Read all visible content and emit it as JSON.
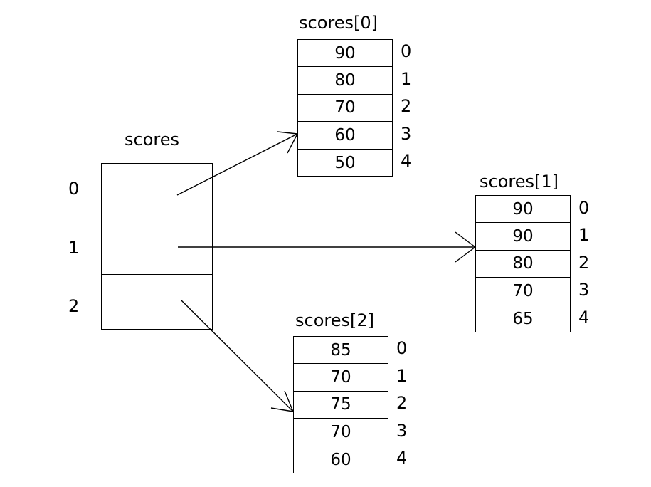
{
  "diagram": {
    "title_pointer_array": "scores",
    "pointer_array": {
      "name": "scores",
      "indices": [
        "0",
        "1",
        "2"
      ],
      "cells": [
        "",
        "",
        ""
      ]
    },
    "arrays": [
      {
        "id": "scores0",
        "title": "scores[0]",
        "indices": [
          "0",
          "1",
          "2",
          "3",
          "4"
        ],
        "values": [
          "90",
          "80",
          "70",
          "60",
          "50"
        ]
      },
      {
        "id": "scores1",
        "title": "scores[1]",
        "indices": [
          "0",
          "1",
          "2",
          "3",
          "4"
        ],
        "values": [
          "90",
          "90",
          "80",
          "70",
          "65"
        ]
      },
      {
        "id": "scores2",
        "title": "scores[2]",
        "indices": [
          "0",
          "1",
          "2",
          "3",
          "4"
        ],
        "values": [
          "85",
          "70",
          "75",
          "70",
          "60"
        ]
      }
    ],
    "arrows": [
      {
        "name": "arrow-scores0",
        "from": "scores[0] cell",
        "to": "scores[0] array"
      },
      {
        "name": "arrow-scores1",
        "from": "scores[1] cell",
        "to": "scores[1] array"
      },
      {
        "name": "arrow-scores2",
        "from": "scores[2] cell",
        "to": "scores[2] array"
      }
    ],
    "colors": {
      "background": "#ffffff",
      "stroke": "#000000",
      "text": "#000000"
    }
  }
}
